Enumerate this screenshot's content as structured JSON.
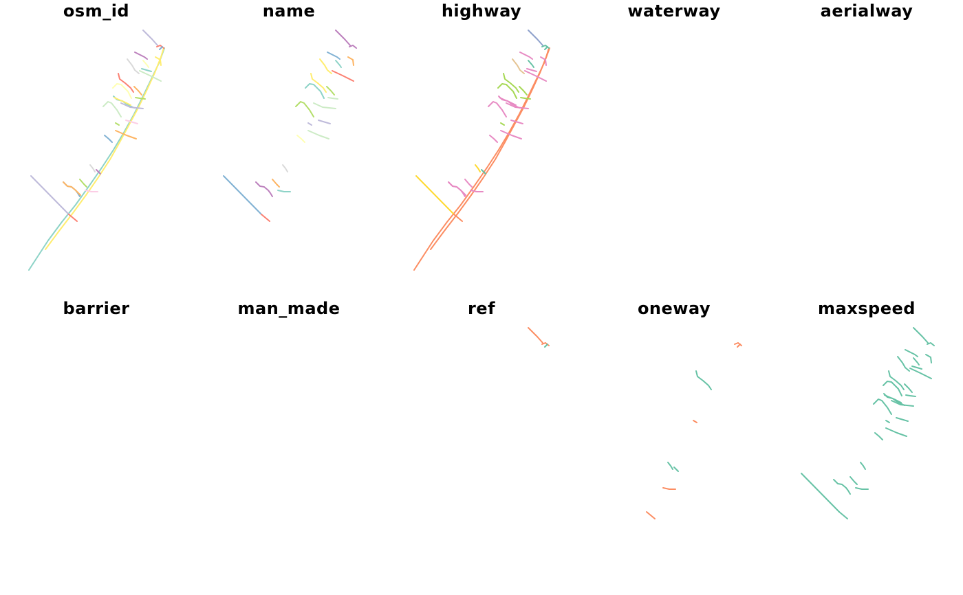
{
  "panels": [
    {
      "title": "osm_id",
      "palette": "set3"
    },
    {
      "title": "name",
      "palette": "set3"
    },
    {
      "title": "highway",
      "palette": "set2"
    },
    {
      "title": "waterway",
      "palette": "empty"
    },
    {
      "title": "aerialway",
      "palette": "empty"
    },
    {
      "title": "barrier",
      "palette": "empty"
    },
    {
      "title": "man_made",
      "palette": "empty"
    },
    {
      "title": "ref",
      "palette": "ref"
    },
    {
      "title": "oneway",
      "palette": "oneway"
    },
    {
      "title": "maxspeed",
      "palette": "maxspeed"
    }
  ],
  "colors": {
    "set3": [
      "#8dd3c7",
      "#ffed6f",
      "#bebada",
      "#fb8072",
      "#80b1d3",
      "#fdb462",
      "#b3de69",
      "#fccde5",
      "#d9d9d9",
      "#bc80bd",
      "#ccebc5",
      "#ffffb3"
    ],
    "set2": [
      "#fc8d62",
      "#8da0cb",
      "#e78ac3",
      "#a6d854",
      "#ffd92f",
      "#e5c494",
      "#66c2a5",
      "#b3b3b3"
    ],
    "primary": "#fc8d62",
    "secondary": "#66c2a5"
  }
}
